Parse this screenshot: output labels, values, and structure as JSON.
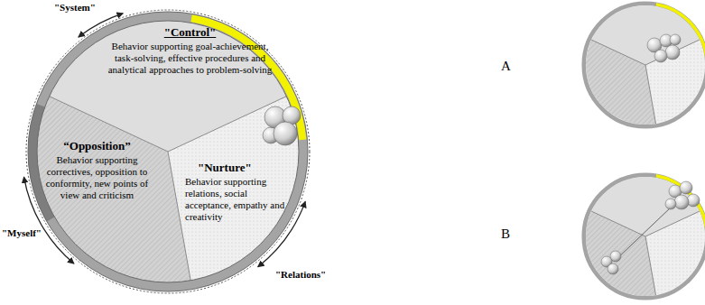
{
  "diagram": {
    "nodes": [
      {
        "text": [
          "\"Control\"",
          "Behavior supporting goal-achievement, task-solving, effective procedures and analytical approaches to problem-solving"
        ]
      },
      {
        "text": [
          "“Opposition”",
          "Behavior supporting correctives, opposition to conformity, new points of view and criticism"
        ]
      },
      {
        "text": [
          "\"Nurture\"",
          "Behavior supporting relations, social acceptance, empathy and creativity"
        ]
      }
    ],
    "labels": [
      "\"System\"",
      "\"Myself\"",
      "\"Relations\"",
      "A",
      "B"
    ]
  }
}
